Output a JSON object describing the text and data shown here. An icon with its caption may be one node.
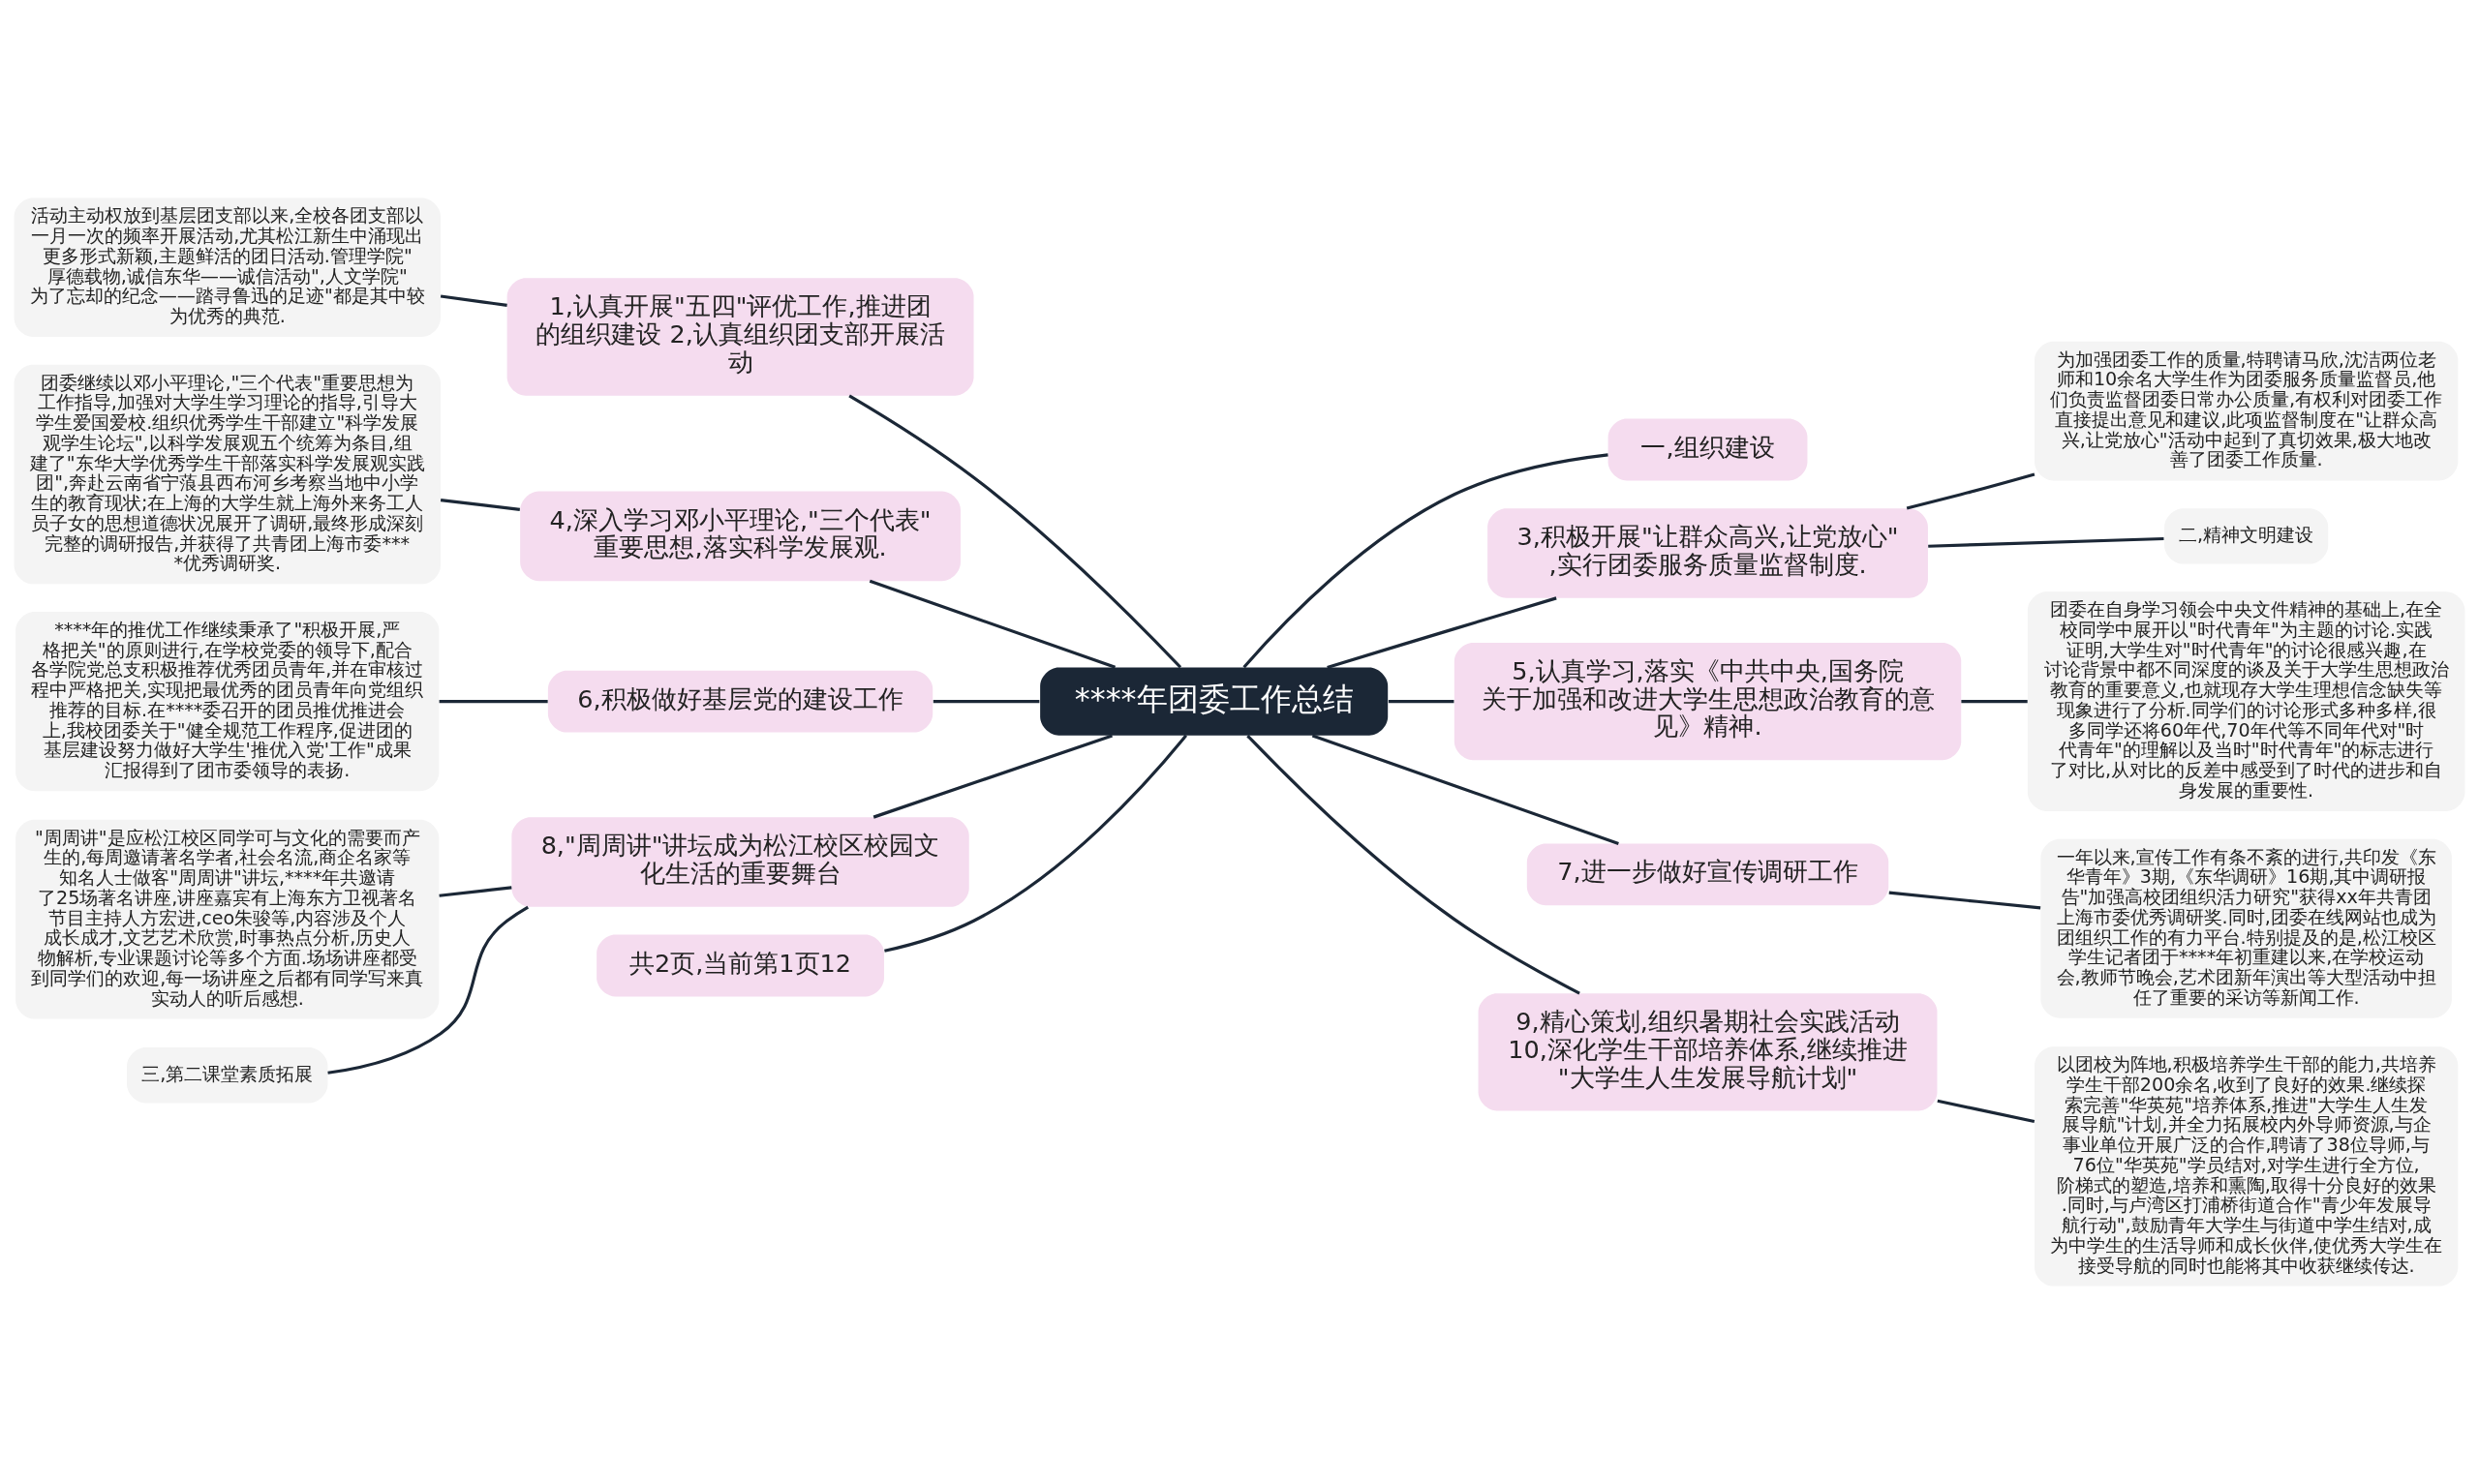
{
  "diagram": {
    "nodes": [
      {
        "text": [
          "****年团委工作总结"
        ]
      },
      {
        "text": [
          "1,认真开展\"五四\"评优工作,推进团的组织建设 2,认真组织团支部开展活动"
        ]
      },
      {
        "text": [
          "一,组织建设"
        ]
      },
      {
        "text": [
          "3,积极开展\"让群众高兴,让党放心\",实行团委服务质量监督制度."
        ]
      },
      {
        "text": [
          "4,深入学习邓小平理论,\"三个代表\"重要思想,落实科学发展观."
        ]
      },
      {
        "text": [
          "5,认真学习,落实《中共中央,国务院关于加强和改进大学生思想政治教育的意见》精神."
        ]
      },
      {
        "text": [
          "6,积极做好基层党的建设工作"
        ]
      },
      {
        "text": [
          "7,进一步做好宣传调研工作"
        ]
      },
      {
        "text": [
          "8,\"周周讲\"讲坛成为松江校区校园文化生活的重要舞台"
        ]
      },
      {
        "text": [
          "9,精心策划,组织暑期社会实践活动 10,深化学生干部培养体系,继续推进\"大学生人生发展导航计划\""
        ]
      },
      {
        "text": [
          "共2页,当前第1页12"
        ]
      },
      {
        "text": [
          "活动主动权放到基层团支部以来,全校各团支部以一月一次的频率开展活动,尤其松江新生中涌现出更多形式新颖,主题鲜活的团日活动.管理学院\"厚德载物,诚信东华——诚信活动\",人文学院\"为了忘却的纪念——踏寻鲁迅的足迹\"都是其中较为优秀的典范."
        ]
      },
      {
        "text": [
          "团委继续以邓小平理论,\"三个代表\"重要思想为工作指导,加强对大学生学习理论的指导,引导大学生爱国爱校.组织优秀学生干部建立\"科学发展观学生论坛\",以科学发展观五个统筹为条目,组建了\"东华大学优秀学生干部落实科学发展观实践团\",奔赴云南省宁蒗县西布河乡考察当地中小学生的教育现状;在上海的大学生就上海外来务工人员子女的思想道德状况展开了调研,最终形成深刻完整的调研报告,并获得了共青团上海市委****优秀调研奖."
        ]
      },
      {
        "text": [
          "为加强团委工作的质量,特聘请马欣,沈洁两位老师和10余名大学生作为团委服务质量监督员,他们负责监督团委日常办公质量,有权利对团委工作直接提出意见和建议,此项监督制度在\"让群众高兴,让党放心\"活动中起到了真切效果,极大地改善了团委工作质量."
        ]
      },
      {
        "text": [
          "二,精神文明建设"
        ]
      },
      {
        "text": [
          "****年的推优工作继续秉承了\"积极开展,严格把关\"的原则进行,在学校党委的领导下,配合各学院党总支积极推荐优秀团员青年,并在审核过程中严格把关,实现把最优秀的团员青年向党组织推荐的目标.在****委召开的团员推优推进会上,我校团委关于\"健全规范工作程序,促进团的基层建设努力做好大学生'推优入党'工作\"成果汇报得到了团市委领导的表扬."
        ]
      },
      {
        "text": [
          "团委在自身学习领会中央文件精神的基础上,在全校同学中展开以\"时代青年\"为主题的讨论.实践证明,大学生对\"时代青年\"的讨论很感兴趣,在讨论背景中都不同深度的谈及关于大学生思想政治教育的重要意义,也就现存大学生理想信念缺失等现象进行了分析.同学们的讨论形式多种多样,很多同学还将60年代,70年代等不同年代对\"时代青年\"的理解以及当时\"时代青年\"的标志进行了对比,从对比的反差中感受到了时代的进步和自身发展的重要性."
        ]
      },
      {
        "text": [
          "\"周周讲\"是应松江校区同学可与文化的需要而产生的,每周邀请著名学者,社会名流,商企名家等知名人士做客\"周周讲\"讲坛,****年共邀请了25场著名讲座,讲座嘉宾有上海东方卫视著名节目主持人方宏进,ceo朱骏等,内容涉及个人成长成才,文艺艺术欣赏,时事热点分析,历史人物解析,专业课题讨论等多个方面.场场讲座都受到同学们的欢迎,每一场讲座之后都有同学写来真实动人的听后感想."
        ]
      },
      {
        "text": [
          "三,第二课堂素质拓展"
        ]
      },
      {
        "text": [
          "一年以来,宣传工作有条不紊的进行,共印发《东华青年》3期,《东华调研》16期,其中调研报告\"加强高校团组织活力研究\"获得xx年共青团上海市委优秀调研奖.同时,团委在线网站也成为团组织工作的有力平台.特别提及的是,松江校区学生记者团于****年初重建以来,在学校运动会,教师节晚会,艺术团新年演出等大型活动中担任了重要的采访等新闻工作."
        ]
      },
      {
        "text": [
          "以团校为阵地,积极培养学生干部的能力,共培养学生干部200余名,收到了良好的效果.继续探索完善\"华英苑\"培养体系,推进\"大学生人生发展导航\"计划,并全力拓展校内外导师资源,与企事业单位开展广泛的合作,聘请了38位导师,与76位\"华英苑\"学员结对,对学生进行全方位,阶梯式的塑造,培养和熏陶,取得十分良好的效果.同时,与卢湾区打浦桥街道合作\"青少年发展导航行动\",鼓励青年大学生与街道中学生结对,成为中学生的生活导师和成长伙伴,使优秀大学生在接受导航的同时也能将其中收获继续传达."
        ]
      }
    ],
    "edges": [
      {
        "from": 1,
        "to": 0,
        "arrow": "none"
      },
      {
        "from": 0,
        "to": 2,
        "arrow": "none"
      },
      {
        "from": 0,
        "to": 3,
        "arrow": "none"
      },
      {
        "from": 4,
        "to": 0,
        "arrow": "none"
      },
      {
        "from": 0,
        "to": 5,
        "arrow": "none"
      },
      {
        "from": 6,
        "to": 0,
        "arrow": "none"
      },
      {
        "from": 0,
        "to": 7,
        "arrow": "none"
      },
      {
        "from": 8,
        "to": 0,
        "arrow": "none"
      },
      {
        "from": 0,
        "to": 9,
        "arrow": "none"
      },
      {
        "from": 10,
        "to": 0,
        "arrow": "none"
      },
      {
        "from": 11,
        "to": 1,
        "arrow": "none"
      },
      {
        "from": 12,
        "to": 4,
        "arrow": "none"
      },
      {
        "from": 3,
        "to": 13,
        "arrow": "none"
      },
      {
        "from": 3,
        "to": 14,
        "arrow": "none"
      },
      {
        "from": 15,
        "to": 6,
        "arrow": "none"
      },
      {
        "from": 5,
        "to": 16,
        "arrow": "none"
      },
      {
        "from": 17,
        "to": 8,
        "arrow": "none"
      },
      {
        "from": 18,
        "to": 8,
        "arrow": "none"
      },
      {
        "from": 7,
        "to": 19,
        "arrow": "none"
      },
      {
        "from": 9,
        "to": 20,
        "arrow": "none"
      }
    ]
  }
}
